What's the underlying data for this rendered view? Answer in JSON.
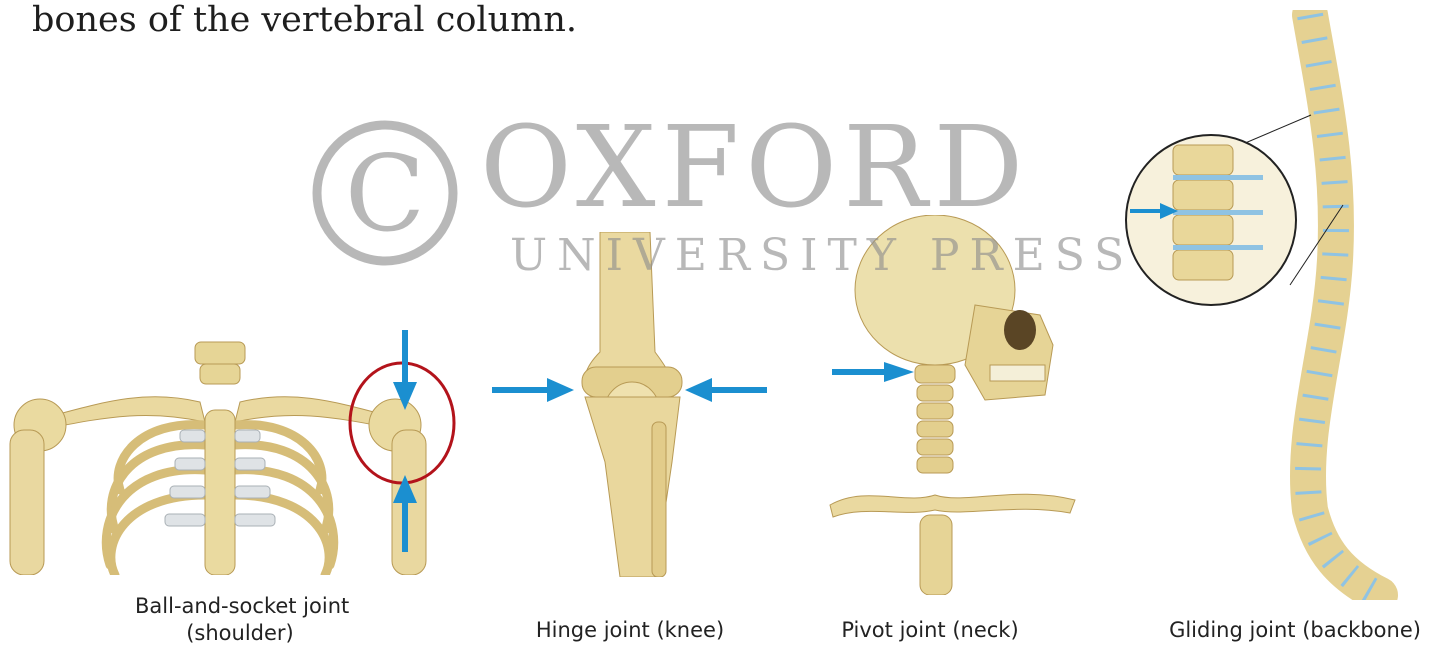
{
  "intro_text": {
    "line_cut": "bones of the vertebral column.",
    "line_visible": "bones of the vertebral column."
  },
  "watermark": {
    "symbol": "©",
    "word": "OXFORD",
    "subword": "UNIVERSITY PRESS"
  },
  "figures": [
    {
      "type": "Ball-and-socket joint",
      "part": "(shoulder)"
    },
    {
      "type": "Hinge joint",
      "part": "(knee)"
    },
    {
      "type": "Pivot joint",
      "part": "(neck)"
    },
    {
      "type": "Gliding joint",
      "part": "(backbone)"
    }
  ],
  "colors": {
    "bone": "#e9d9a0",
    "bone_shade": "#c9ad67",
    "cartilage": "#dfe3e6",
    "arrow": "#1b8fd0",
    "highlight_circle": "#b3131b",
    "disc": "#8fc3e3"
  }
}
